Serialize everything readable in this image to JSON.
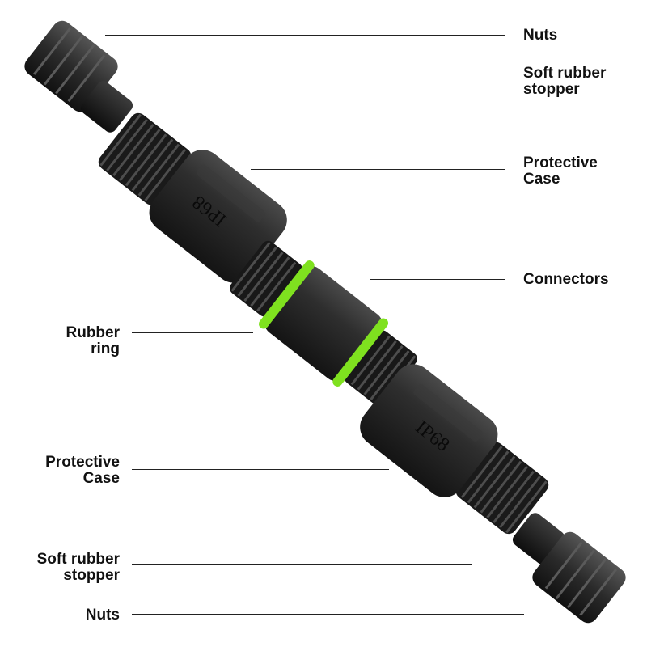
{
  "colors": {
    "part_dark": "#1c1c1c",
    "part_mid": "#2e2e2e",
    "part_light": "#4a4a4a",
    "o_ring": "#7fe11f",
    "line": "#222222",
    "text": "#111111"
  },
  "labels": {
    "top_nuts": [
      "Nuts"
    ],
    "top_stopper": [
      "Soft rubber",
      "stopper"
    ],
    "top_case": [
      "Protective",
      "Case"
    ],
    "connectors": [
      "Connectors"
    ],
    "rubber_ring": [
      "Rubber",
      "ring"
    ],
    "bottom_case": [
      "Protective",
      "Case"
    ],
    "bottom_stopper": [
      "Soft rubber",
      "stopper"
    ],
    "bottom_nuts": [
      "Nuts"
    ]
  },
  "markings": {
    "upper_case": "IP68",
    "lower_case": "IP68"
  }
}
